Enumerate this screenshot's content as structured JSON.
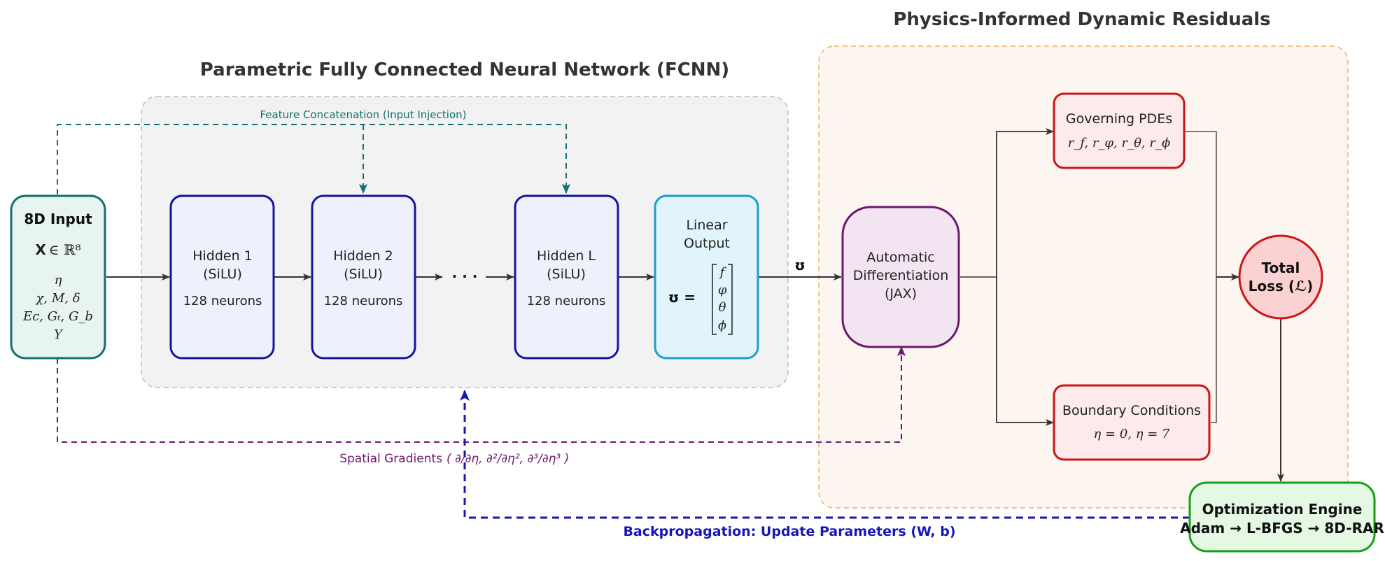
{
  "titles": {
    "fcnn": "Parametric Fully Connected Neural Network (FCNN)",
    "physics": "Physics-Informed Dynamic Residuals"
  },
  "input": {
    "title": "8D Input",
    "space_label": "X",
    "space_rest": "∈ ℝ⁸",
    "vars": [
      "η",
      "χ, M, δ",
      "Ec, Gₜ, G_b",
      "Υ"
    ]
  },
  "hidden_layers": [
    {
      "name": "Hidden 1",
      "act": "(SiLU)",
      "neurons": "128 neurons"
    },
    {
      "name": "Hidden 2",
      "act": "(SiLU)",
      "neurons": "128 neurons"
    },
    {
      "name": "Hidden L",
      "act": "(SiLU)",
      "neurons": "128 neurons"
    }
  ],
  "ellipsis": "· · ·",
  "output": {
    "line1": "Linear",
    "line2": "Output",
    "symbol": "ʊ =",
    "vector": [
      "f",
      "φ",
      "θ",
      "ϕ"
    ]
  },
  "edge_output_label": "ʊ",
  "autodiff": {
    "line1": "Automatic",
    "line2": "Differentiation",
    "line3": "(JAX)"
  },
  "pde": {
    "title": "Governing PDEs",
    "math": "r_f, r_φ, r_θ, r_ϕ"
  },
  "bc": {
    "title": "Boundary Conditions",
    "math": "η = 0, η = 7"
  },
  "loss": {
    "line1": "Total",
    "line2": "Loss (ℒ)"
  },
  "optimizer": {
    "title": "Optimization Engine",
    "sub": "Adam → L-BFGS → 8D-RAR"
  },
  "labels": {
    "feature": "Feature Concatenation (Input Injection)",
    "spatial_text": "Spatial Gradients",
    "spatial_math": "( ∂/∂η, ∂²/∂η², ∂³/∂η³ )",
    "backprop": "Backpropagation: Update Parameters (W, b)"
  },
  "colors": {
    "teal": "#127070",
    "navy": "#15159a",
    "cyan": "#1aa0c8",
    "purple": "#6b1a6b",
    "red": "#cc1515",
    "green": "#15a015",
    "blue_arrow": "#1515b8",
    "orange_dash": "#f0b060"
  }
}
